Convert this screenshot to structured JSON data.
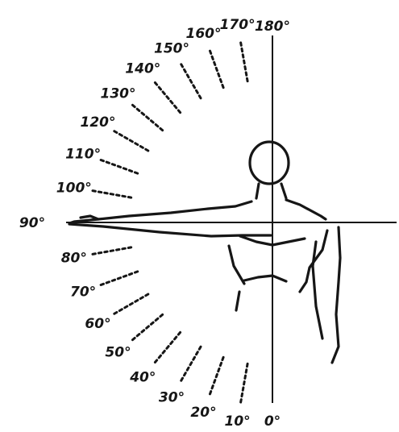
{
  "scale": {
    "labels": [
      {
        "degrees": 0,
        "text": "0°"
      },
      {
        "degrees": 10,
        "text": "10°"
      },
      {
        "degrees": 20,
        "text": "20°"
      },
      {
        "degrees": 30,
        "text": "30°"
      },
      {
        "degrees": 40,
        "text": "40°"
      },
      {
        "degrees": 50,
        "text": "50°"
      },
      {
        "degrees": 60,
        "text": "60°"
      },
      {
        "degrees": 70,
        "text": "70°"
      },
      {
        "degrees": 80,
        "text": "80°"
      },
      {
        "degrees": 90,
        "text": "90°"
      },
      {
        "degrees": 100,
        "text": "100°"
      },
      {
        "degrees": 110,
        "text": "110°"
      },
      {
        "degrees": 120,
        "text": "120°"
      },
      {
        "degrees": 130,
        "text": "130°"
      },
      {
        "degrees": 140,
        "text": "140°"
      },
      {
        "degrees": 150,
        "text": "150°"
      },
      {
        "degrees": 160,
        "text": "160°"
      },
      {
        "degrees": 170,
        "text": "170°"
      },
      {
        "degrees": 180,
        "text": "180°"
      }
    ],
    "arm_position_degrees": 90
  },
  "colors": {
    "ink": "#161616",
    "paper": "#ffffff"
  }
}
